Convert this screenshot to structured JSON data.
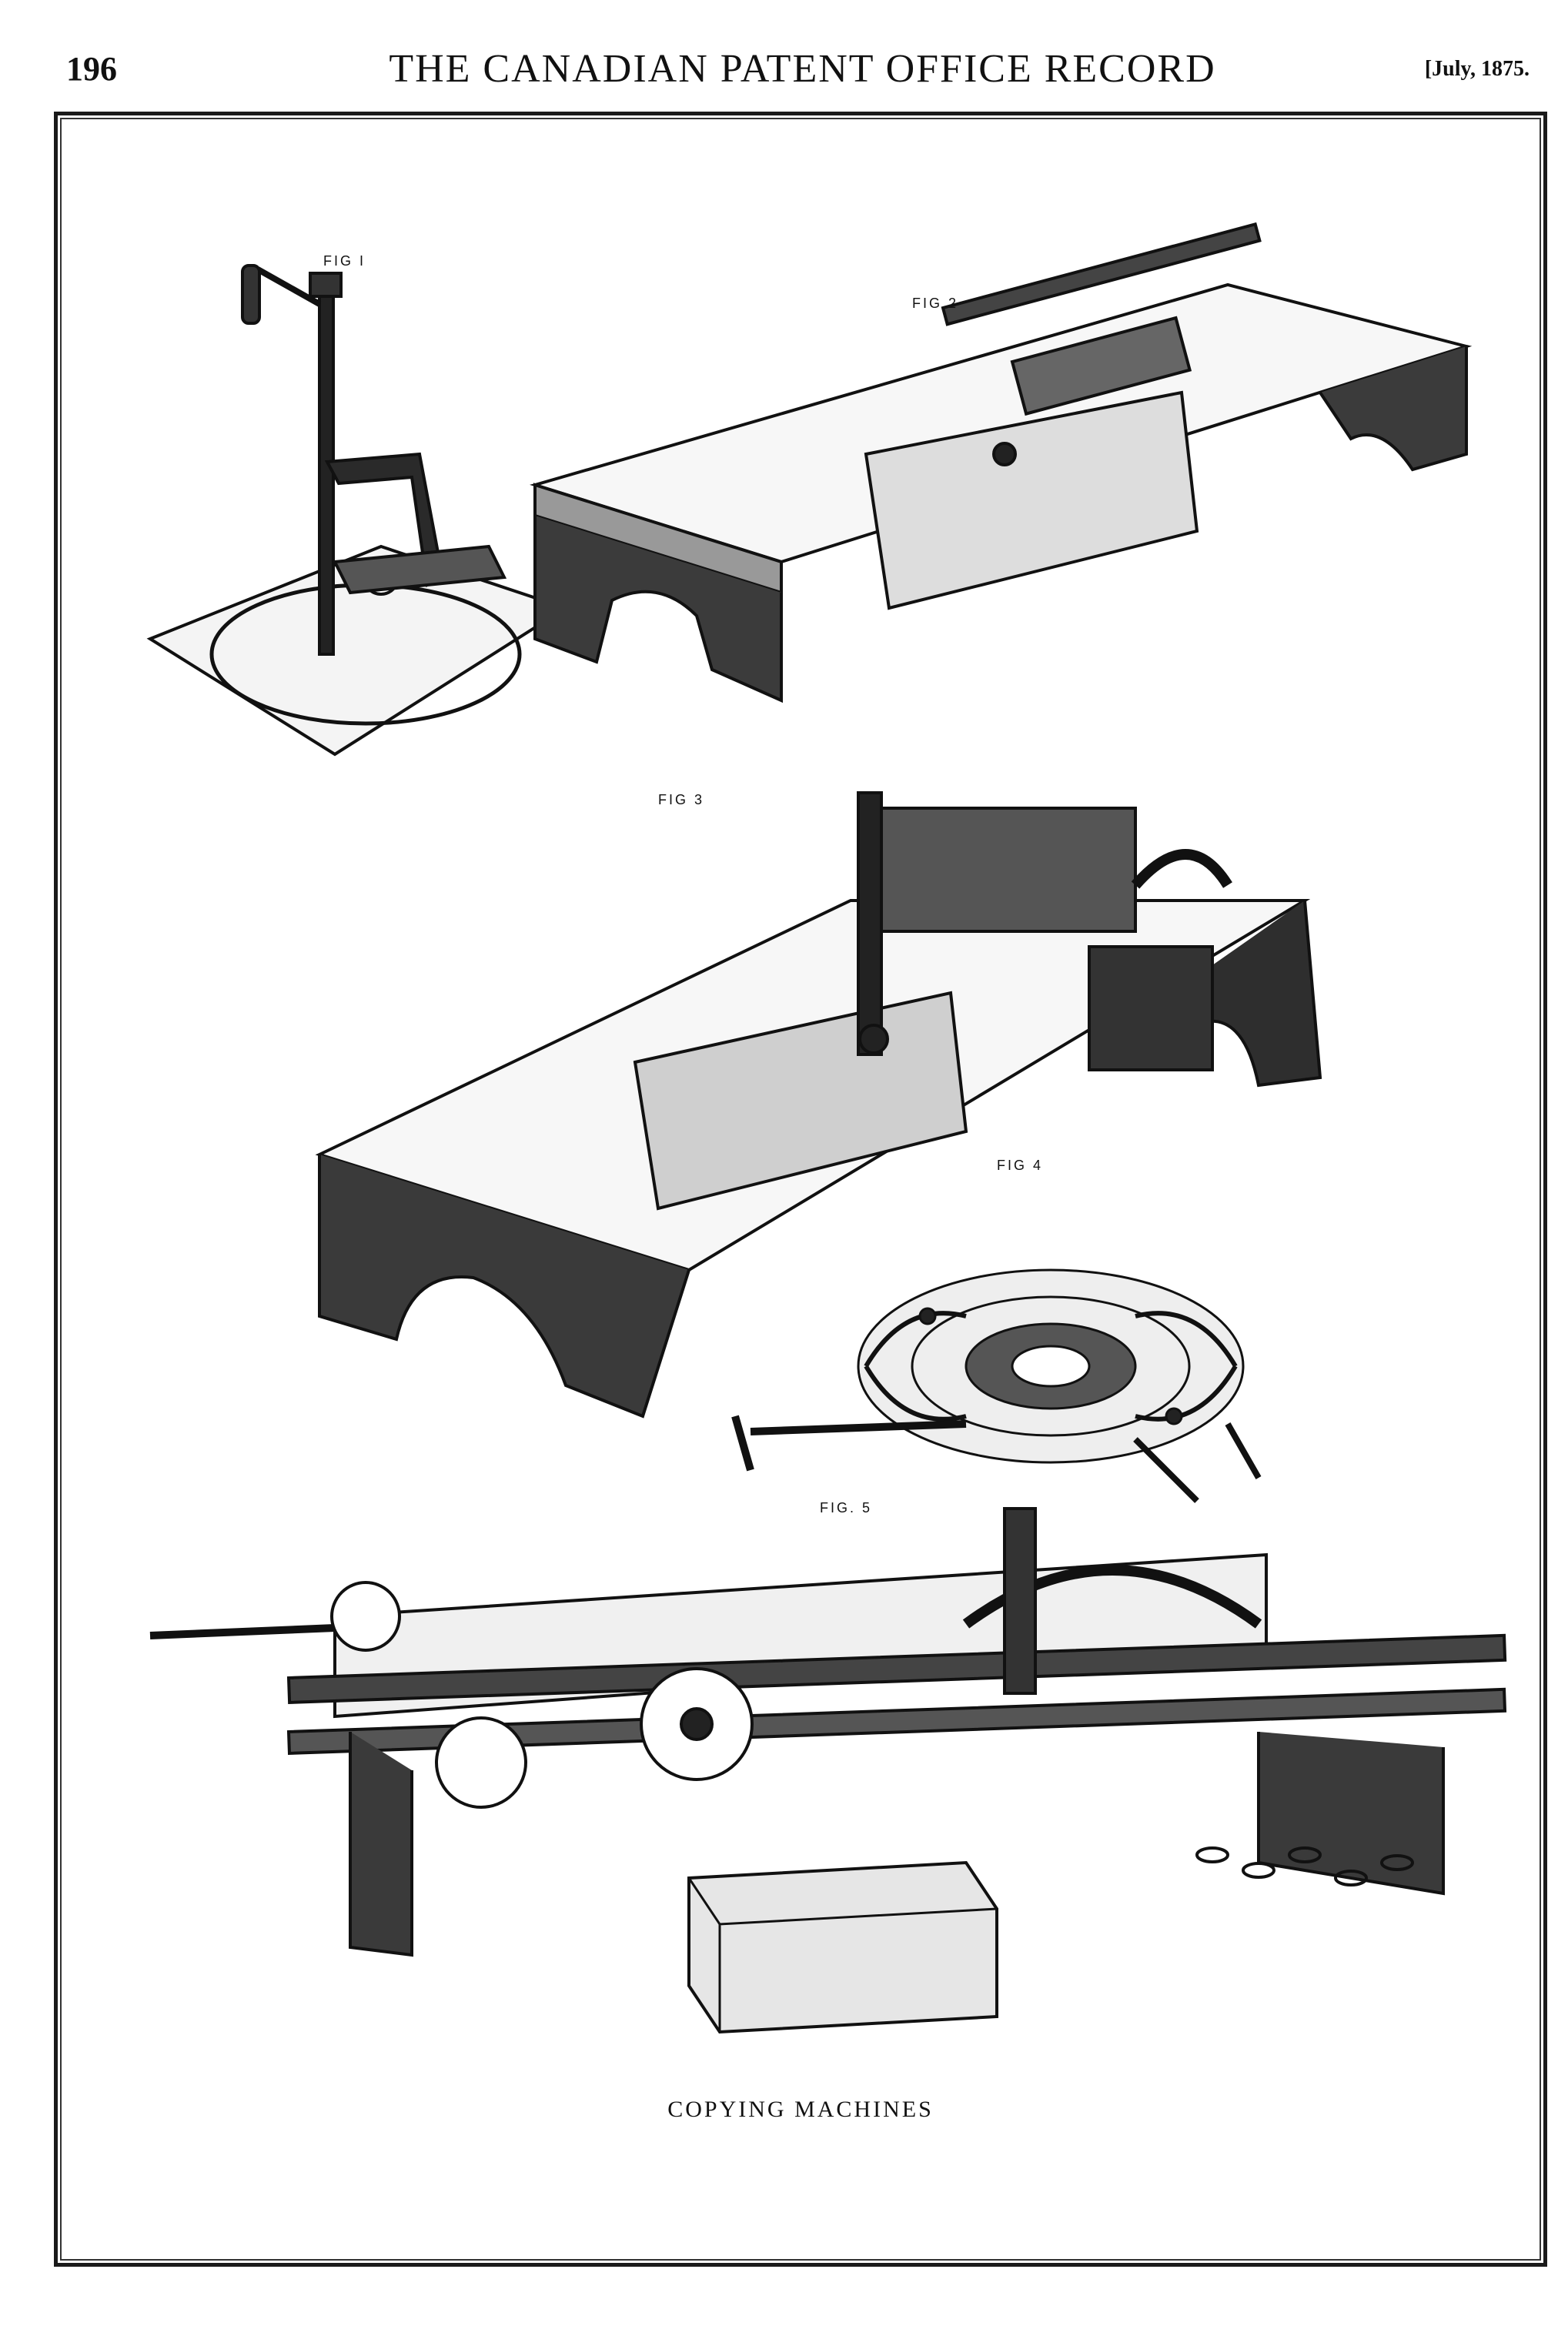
{
  "header": {
    "page_number": "196",
    "journal_title": "THE CANADIAN PATENT OFFICE RECORD",
    "issue_date": "[July, 1875."
  },
  "plate": {
    "figures": [
      {
        "label": "FIG I",
        "icon": "crank-press-drawing"
      },
      {
        "label": "FIG 2",
        "icon": "bed-machine-drawing"
      },
      {
        "label": "FIG 3",
        "icon": "carving-machine-drawing"
      },
      {
        "label": "FIG 4",
        "icon": "ornamental-rosette-drawing"
      },
      {
        "label": "FIG. 5",
        "icon": "copying-lathe-drawing"
      }
    ],
    "caption": "COPYING MACHINES"
  },
  "colors": {
    "ink": "#111111",
    "paper": "#ffffff"
  }
}
